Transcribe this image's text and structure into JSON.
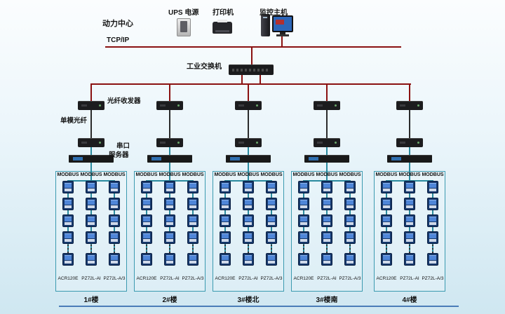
{
  "labels": {
    "power_center": "动力中心",
    "ups": "UPS 电源",
    "printer": "打印机",
    "monitor_host": "监控主机",
    "tcpip": "TCP/IP",
    "industrial_switch": "工业交换机",
    "fiber_transceiver": "光纤收发器",
    "single_mode_fiber": "单模光纤",
    "serial_port": "串口",
    "server": "服务器"
  },
  "bus_label": "MODBUS",
  "meter_models": [
    "ACR120E",
    "PZ72L-AI",
    "PZ72L-A/3"
  ],
  "branches": [
    {
      "name": "1#楼"
    },
    {
      "name": "2#楼"
    },
    {
      "name": "3#楼北"
    },
    {
      "name": "3#楼南"
    },
    {
      "name": "4#楼"
    }
  ],
  "meters_per_column": {
    "visible_rows": 4,
    "collapsed_indicator": "⋮",
    "last_row": 1
  },
  "colors": {
    "line_red": "#8a1111",
    "line_teal": "#2a8a9e",
    "bottom_line_blue": "#4a7cb8",
    "meter_screen": "#4f86d8",
    "box_border": "#3b9ab0",
    "background_bottom": "#cfe7f1"
  }
}
